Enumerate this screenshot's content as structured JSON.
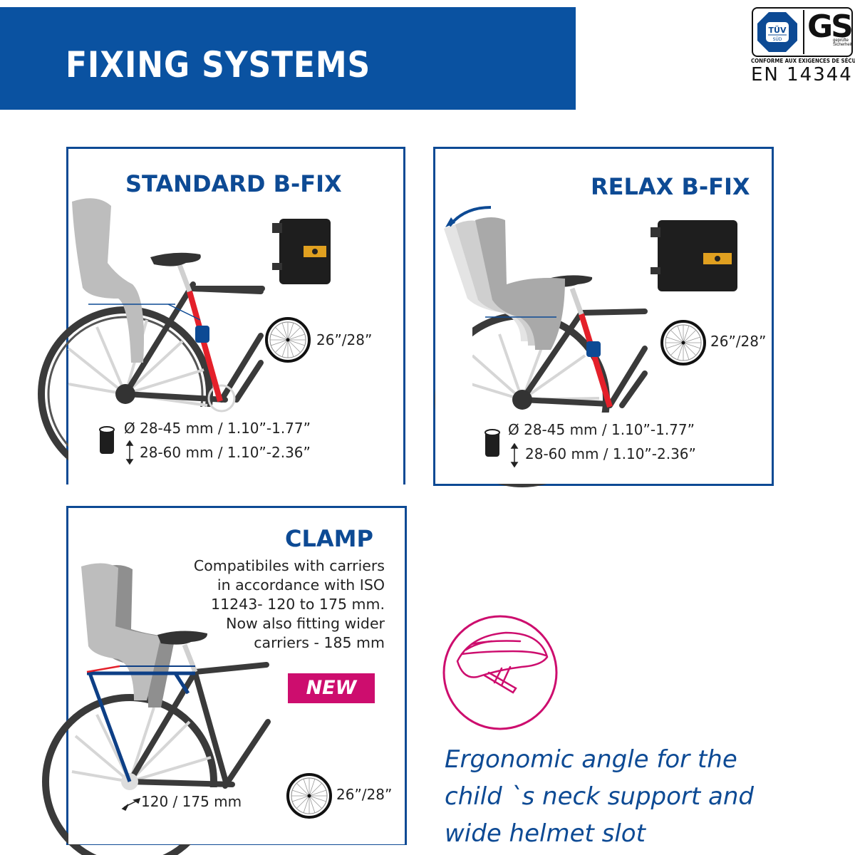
{
  "header": {
    "title": "FIXING SYSTEMS",
    "brand_color": "#0a52a1"
  },
  "certification": {
    "tuv_label": "TÜV",
    "tuv_sub": "SÜD",
    "gs_label": "GS",
    "gs_sub_line1": "geprüfte",
    "gs_sub_line2": "Sicherheit",
    "conformity_text": "CONFORME AUX EXIGENCES DE SÉCURITÉ",
    "standard": "EN 14344"
  },
  "panels": {
    "standard": {
      "title": "STANDARD B-FIX",
      "wheel_size": "26”/28”",
      "diameter_spec": "Ø 28-45 mm / 1.10”-1.77”",
      "height_spec": "28-60 mm / 1.10”-2.36”"
    },
    "relax": {
      "title": "RELAX B-FIX",
      "wheel_size": "26”/28”",
      "diameter_spec": "Ø 28-45 mm / 1.10”-1.77”",
      "height_spec": "28-60 mm / 1.10”-2.36”"
    },
    "clamp": {
      "title": "CLAMP",
      "description": [
        "Compatibiles with carriers",
        "in accordance with ISO",
        "11243- 120 to 175 mm.",
        "Now also fitting wider",
        "carriers - 185 mm"
      ],
      "badge": "NEW",
      "badge_color": "#cd0d6e",
      "carrier_width": "120 / 175 mm",
      "wheel_size": "26”/28”"
    }
  },
  "feature": {
    "icon": "helmet-icon",
    "icon_color": "#cd0d6e",
    "lines": [
      "Ergonomic angle for the",
      "child `s neck support and",
      "wide helmet slot"
    ]
  }
}
